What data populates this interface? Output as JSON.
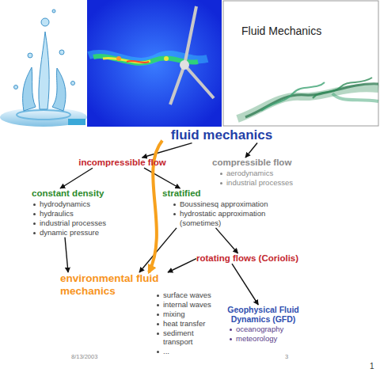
{
  "diagram": {
    "title": "Fluid Mechanics",
    "nodes": [
      {
        "text": [
          "fluid mechanics"
        ]
      },
      {
        "text": [
          "incompressible flow"
        ]
      },
      {
        "text": [
          "compressible flow",
          "aerodynamics",
          "industrial processes"
        ]
      },
      {
        "text": [
          "constant density",
          "hydrodynamics",
          "hydraulics",
          "industrial processes",
          "dynamic pressure"
        ]
      },
      {
        "text": [
          "stratified",
          "Boussinesq approximation",
          "hydrostatic approximation (sometimes)"
        ]
      },
      {
        "text": [
          "rotating flows (Coriolis)"
        ]
      },
      {
        "text": [
          "environmental fluid mechanics",
          "surface waves",
          "internal waves",
          "mixing",
          "heat transfer",
          "sediment transport",
          "..."
        ]
      },
      {
        "text": [
          "Geophysical Fluid Dynamics (GFD)",
          "oceanography",
          "meteorology"
        ]
      }
    ],
    "edges": [
      {
        "from": 0,
        "to": 1,
        "arrow": "to"
      },
      {
        "from": 0,
        "to": 2,
        "arrow": "to"
      },
      {
        "from": 1,
        "to": 3,
        "arrow": "to"
      },
      {
        "from": 1,
        "to": 4,
        "arrow": "to"
      },
      {
        "from": 3,
        "to": 6,
        "arrow": "to"
      },
      {
        "from": 4,
        "to": 6,
        "arrow": "to"
      },
      {
        "from": 4,
        "to": 5,
        "arrow": "to"
      },
      {
        "from": 5,
        "to": 6,
        "arrow": "to"
      },
      {
        "from": 5,
        "to": 7,
        "arrow": "to"
      },
      {
        "from": 0,
        "to": 6,
        "arrow": "to"
      }
    ],
    "labels": [
      "8/13/2003",
      "3",
      "1"
    ]
  }
}
